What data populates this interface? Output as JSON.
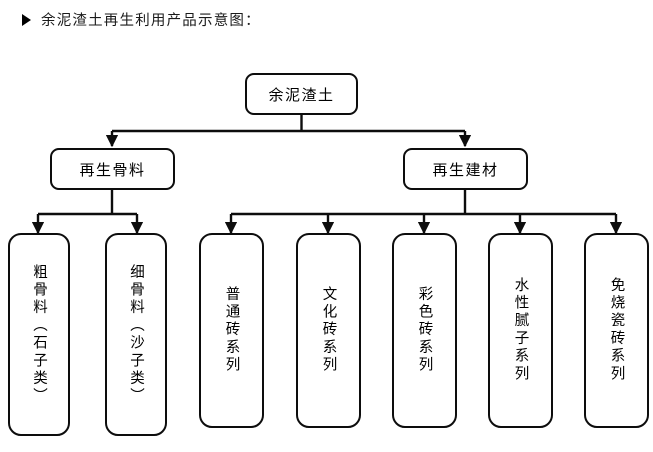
{
  "page": {
    "background_color": "#ffffff",
    "line_color": "#0d0d0d",
    "text_color": "#000000"
  },
  "heading": {
    "bullet_icon": "triangle-right-icon",
    "text": "余泥渣土再生利用产品示意图："
  },
  "diagram": {
    "type": "tree-flowchart",
    "root": {
      "id": "root",
      "label": "余泥渣土",
      "shape": "rounded-rectangle",
      "orientation": "horizontal"
    },
    "level2": [
      {
        "id": "recycled-aggregate",
        "label": "再生骨料",
        "shape": "rounded-rectangle",
        "orientation": "horizontal"
      },
      {
        "id": "recycled-building-material",
        "label": "再生建材",
        "shape": "rounded-rectangle",
        "orientation": "horizontal"
      }
    ],
    "leaves_left": [
      {
        "id": "coarse-aggregate",
        "label": "粗骨料（石子类）",
        "shape": "rounded-rectangle",
        "orientation": "vertical"
      },
      {
        "id": "fine-aggregate",
        "label": "细骨料（沙子类）",
        "shape": "rounded-rectangle",
        "orientation": "vertical"
      }
    ],
    "leaves_right": [
      {
        "id": "ordinary-brick-series",
        "label": "普通砖系列",
        "shape": "rounded-rectangle",
        "orientation": "vertical"
      },
      {
        "id": "culture-brick-series",
        "label": "文化砖系列",
        "shape": "rounded-rectangle",
        "orientation": "vertical"
      },
      {
        "id": "color-brick-series",
        "label": "彩色砖系列",
        "shape": "rounded-rectangle",
        "orientation": "vertical"
      },
      {
        "id": "water-based-putty-series",
        "label": "水性腻子系列",
        "shape": "rounded-rectangle",
        "orientation": "vertical"
      },
      {
        "id": "firing-free-tile-series",
        "label": "免烧瓷砖系列",
        "shape": "rounded-rectangle",
        "orientation": "vertical"
      }
    ]
  }
}
